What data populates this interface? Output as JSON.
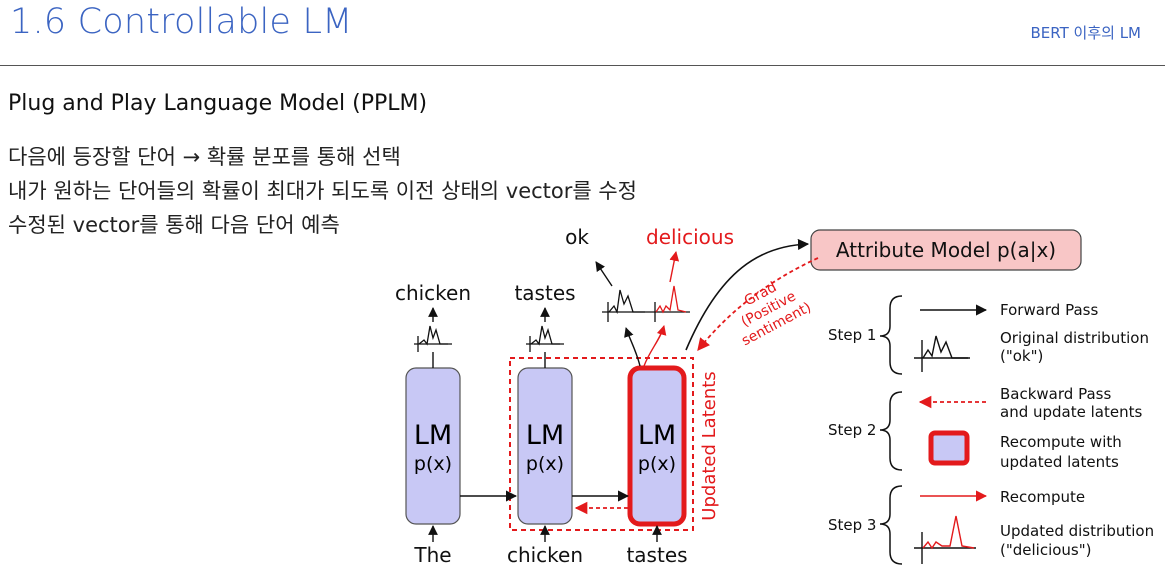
{
  "header": {
    "title": "1.6 Controllable LM",
    "section": "BERT 이후의 LM"
  },
  "subtitle": "Plug and Play Language Model (PPLM)",
  "bullets": [
    "다음에 등장할 단어 → 확률 분포를 통해 선택",
    "내가 원하는 단어들의 확률이 최대가 되도록 이전 상태의 vector를 수정",
    "수정된 vector를 통해 다음 단어 예측"
  ],
  "diagram": {
    "blocks": [
      {
        "line1": "LM",
        "line2": "p(x)",
        "input": "The",
        "output": "chicken"
      },
      {
        "line1": "LM",
        "line2": "p(x)",
        "input": "chicken",
        "output": "tastes"
      },
      {
        "line1": "LM",
        "line2": "p(x)",
        "input": "tastes"
      }
    ],
    "outputs": {
      "original": "ok",
      "updated": "delicious"
    },
    "updated_latents_label": "Updated Latents",
    "attribute_model": "Attribute Model p(a|x)",
    "grad_label": [
      "Grad",
      "(Positive",
      "sentiment)"
    ],
    "legend": {
      "step1": "Step 1",
      "step2": "Step 2",
      "step3": "Step 3",
      "forward_pass": "Forward Pass",
      "original_dist": [
        "Original distribution",
        "(\"ok\")"
      ],
      "backward_pass": [
        "Backward Pass",
        "and update latents"
      ],
      "recompute_with": [
        "Recompute with",
        "updated latents"
      ],
      "recompute": "Recompute",
      "updated_dist": [
        "Updated distribution",
        "(\"delicious\")"
      ]
    },
    "colors": {
      "block_fill": "#c8c8f5",
      "red": "#e31a1c",
      "attr_fill": "#f8c6c6",
      "accent": "#3b64c2"
    }
  }
}
